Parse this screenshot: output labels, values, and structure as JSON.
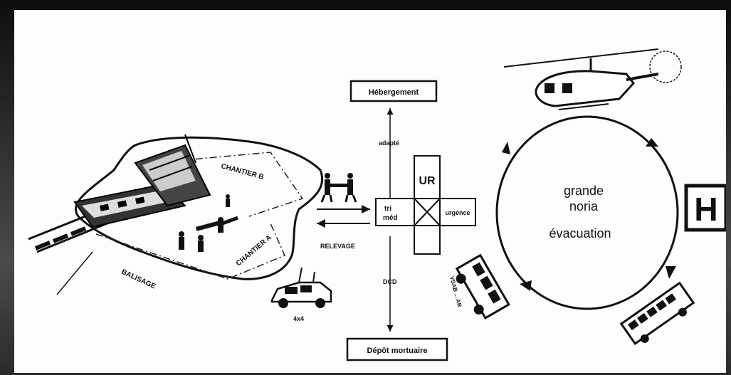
{
  "labels": {
    "hebergement": "Hébergement",
    "depot_mortuaire": "Dépôt mortuaire",
    "ur": "UR",
    "tri_med": "tri\nméd",
    "urgence": "urgence",
    "grande": "grande",
    "noria": "noria",
    "evacuation": "évacuation",
    "hospital": "H",
    "chantier_b": "CHANTIER B",
    "chantier_a": "CHANTIER A",
    "balisage": "BALISAGE",
    "relevage": "RELEVAGE",
    "adapte": "adapté",
    "dcd": "DCD",
    "vehicle_4x4": "4x4",
    "ambulance_label": "VSAB ... AR"
  }
}
